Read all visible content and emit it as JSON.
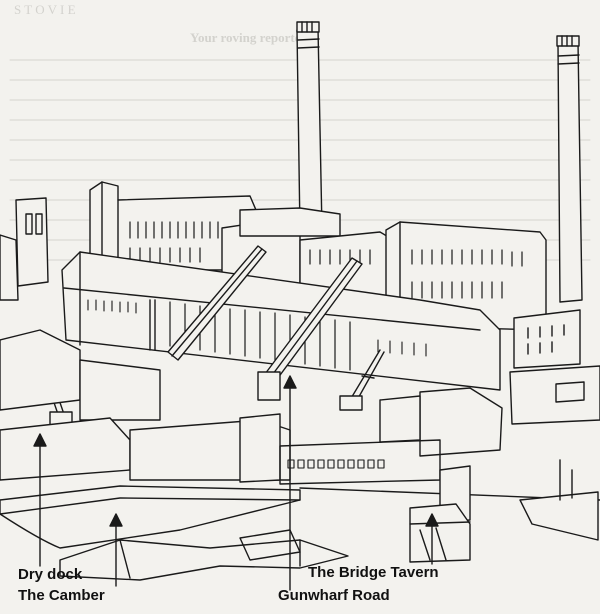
{
  "header_fragments": {
    "left": "S T O V I E",
    "center": "Your roving reporter"
  },
  "labels": {
    "dry_dock": "Dry dock",
    "the_camber": "The Camber",
    "bridge_tavern": "The Bridge Tavern",
    "gunwharf_road": "Gunwharf Road"
  },
  "colors": {
    "ink": "#1a1a1a",
    "paper": "#f3f2ee",
    "bleed_text": "#b9b8b3"
  }
}
